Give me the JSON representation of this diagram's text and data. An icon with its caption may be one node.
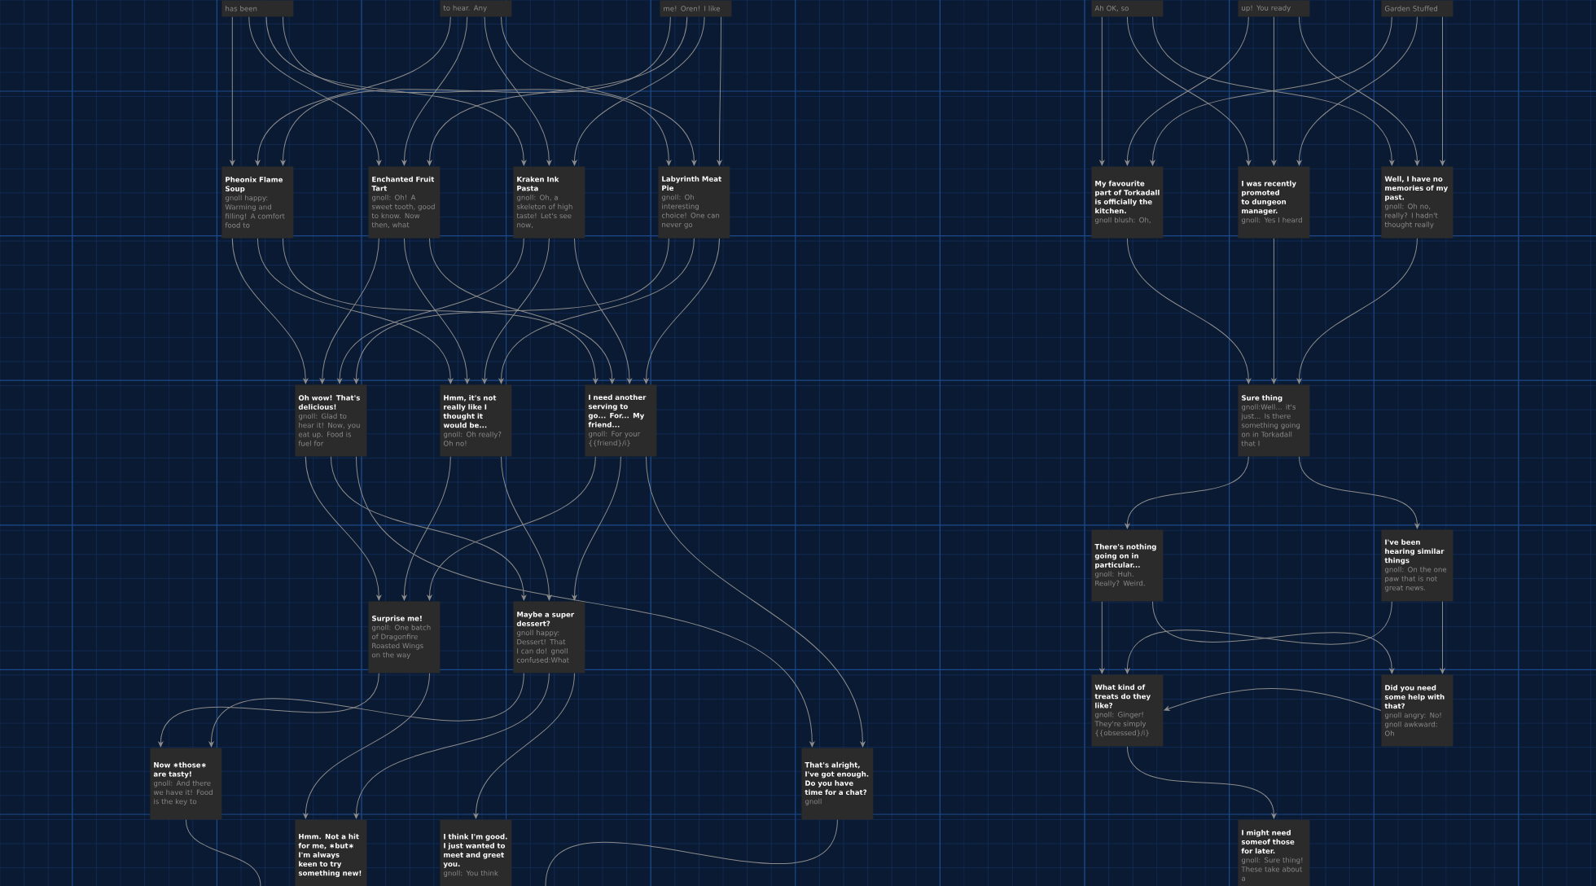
{
  "diagram": {
    "nodes": [
      {
        "text": [
          "has been"
        ]
      },
      {
        "text": [
          "to hear. Any"
        ]
      },
      {
        "text": [
          "me! Oren! I like"
        ]
      },
      {
        "text": [
          "Pheonix Flame Soup",
          "gnoll happy: Warming and filling! A comfort food to"
        ]
      },
      {
        "text": [
          "Enchanted Fruit Tart",
          "gnoll: Oh! A sweet tooth, good to know. Now then, what"
        ]
      },
      {
        "text": [
          "Kraken Ink Pasta",
          "gnoll: Oh, a skeleton of high taste! Let's see now,"
        ]
      },
      {
        "text": [
          "Labyrinth Meat Pie",
          "gnoll: Oh interesting choice! One can never go"
        ]
      },
      {
        "text": [
          "Oh wow! That's delicious!",
          "gnoll: Glad to hear it! Now, you eat up. Food is fuel for"
        ]
      },
      {
        "text": [
          "Hmm, it's not really like I thought it would be...",
          "gnoll: Oh really? Oh no!"
        ]
      },
      {
        "text": [
          "I need another serving to go... For... My friend...",
          "gnoll: For your {{friend}/i}"
        ]
      },
      {
        "text": [
          "Surprise me!",
          "gnoll: One batch of Dragonfire Roasted Wings on the way"
        ]
      },
      {
        "text": [
          "Maybe a super dessert?",
          "gnoll happy: Dessert! That I can do! gnoll confused:What"
        ]
      },
      {
        "text": [
          "Now ∗those∗ are tasty!",
          "gnoll: And there we have it! Food is the key to"
        ]
      },
      {
        "text": [
          "That's alright, I've got enough. Do you have time for a chat?",
          "gnoll"
        ]
      },
      {
        "text": [
          "Hmm. Not a hit for me, ∗but∗ I'm always keen to try something new!"
        ]
      },
      {
        "text": [
          "I think I'm good. I just wanted to meet and greet you.",
          "gnoll: You think"
        ]
      },
      {
        "text": [
          "Ah OK, so"
        ]
      },
      {
        "text": [
          "up! You ready"
        ]
      },
      {
        "text": [
          "Garden Stuffed"
        ]
      },
      {
        "text": [
          "My favourite part of Torkadall is officially the kitchen.",
          "gnoll blush: Oh,"
        ]
      },
      {
        "text": [
          "I was recently promoted to dungeon manager.",
          "gnoll: Yes I heard"
        ]
      },
      {
        "text": [
          "Well, I have no memories of my past.",
          "gnoll: Oh no, really? I hadn't thought really"
        ]
      },
      {
        "text": [
          "Sure thing",
          "gnoll:Well... it's just... Is there something going on in Torkadall that I"
        ]
      },
      {
        "text": [
          "There's nothing going on in particular...",
          "gnoll: Huh. Really? Weird."
        ]
      },
      {
        "text": [
          "I've been hearing similar things",
          "gnoll: On the one paw that is not great news."
        ]
      },
      {
        "text": [
          "What kind of treats do they like?",
          "gnoll: Ginger! They're simply {{obsessed}/i}"
        ]
      },
      {
        "text": [
          "Did you need some help with that?",
          "gnoll angry: No! gnoll awkward: Oh"
        ]
      },
      {
        "text": [
          "I might need someof those for later.",
          "gnoll: Sure thing! These take about a"
        ]
      }
    ],
    "edges": [
      {
        "from": 0,
        "to": 3,
        "arrow": "to"
      },
      {
        "from": 0,
        "to": 4,
        "arrow": "to"
      },
      {
        "from": 0,
        "to": 5,
        "arrow": "to"
      },
      {
        "from": 0,
        "to": 6,
        "arrow": "to"
      },
      {
        "from": 1,
        "to": 3,
        "arrow": "to"
      },
      {
        "from": 1,
        "to": 4,
        "arrow": "to"
      },
      {
        "from": 1,
        "to": 5,
        "arrow": "to"
      },
      {
        "from": 1,
        "to": 6,
        "arrow": "to"
      },
      {
        "from": 2,
        "to": 3,
        "arrow": "to"
      },
      {
        "from": 2,
        "to": 4,
        "arrow": "to"
      },
      {
        "from": 2,
        "to": 5,
        "arrow": "to"
      },
      {
        "from": 2,
        "to": 6,
        "arrow": "to"
      },
      {
        "from": 3,
        "to": 7,
        "arrow": "to"
      },
      {
        "from": 3,
        "to": 8,
        "arrow": "to"
      },
      {
        "from": 3,
        "to": 9,
        "arrow": "to"
      },
      {
        "from": 4,
        "to": 7,
        "arrow": "to"
      },
      {
        "from": 4,
        "to": 8,
        "arrow": "to"
      },
      {
        "from": 4,
        "to": 9,
        "arrow": "to"
      },
      {
        "from": 5,
        "to": 7,
        "arrow": "to"
      },
      {
        "from": 5,
        "to": 8,
        "arrow": "to"
      },
      {
        "from": 5,
        "to": 9,
        "arrow": "to"
      },
      {
        "from": 6,
        "to": 7,
        "arrow": "to"
      },
      {
        "from": 6,
        "to": 8,
        "arrow": "to"
      },
      {
        "from": 6,
        "to": 9,
        "arrow": "to"
      },
      {
        "from": 7,
        "to": 10,
        "arrow": "to"
      },
      {
        "from": 7,
        "to": 11,
        "arrow": "to"
      },
      {
        "from": 8,
        "to": 10,
        "arrow": "to"
      },
      {
        "from": 8,
        "to": 11,
        "arrow": "to"
      },
      {
        "from": 9,
        "to": 10,
        "arrow": "to"
      },
      {
        "from": 9,
        "to": 11,
        "arrow": "to"
      },
      {
        "from": 7,
        "to": 13,
        "arrow": "to"
      },
      {
        "from": 9,
        "to": 13,
        "arrow": "to"
      },
      {
        "from": 10,
        "to": 12,
        "arrow": "to"
      },
      {
        "from": 11,
        "to": 12,
        "arrow": "to"
      },
      {
        "from": 10,
        "to": 14,
        "arrow": "to"
      },
      {
        "from": 11,
        "to": 14,
        "arrow": "to"
      },
      {
        "from": 11,
        "to": 15,
        "arrow": "to"
      },
      {
        "from": 12,
        "to": null,
        "arrow": "none"
      },
      {
        "from": 13,
        "to": null,
        "arrow": "none"
      },
      {
        "from": 16,
        "to": 19,
        "arrow": "to"
      },
      {
        "from": 16,
        "to": 20,
        "arrow": "to"
      },
      {
        "from": 16,
        "to": 21,
        "arrow": "to"
      },
      {
        "from": 17,
        "to": 19,
        "arrow": "to"
      },
      {
        "from": 17,
        "to": 20,
        "arrow": "to"
      },
      {
        "from": 17,
        "to": 21,
        "arrow": "to"
      },
      {
        "from": 18,
        "to": 19,
        "arrow": "to"
      },
      {
        "from": 18,
        "to": 20,
        "arrow": "to"
      },
      {
        "from": 18,
        "to": 21,
        "arrow": "to"
      },
      {
        "from": 19,
        "to": 22,
        "arrow": "to"
      },
      {
        "from": 20,
        "to": 22,
        "arrow": "to"
      },
      {
        "from": 21,
        "to": 22,
        "arrow": "to"
      },
      {
        "from": 22,
        "to": 23,
        "arrow": "to"
      },
      {
        "from": 22,
        "to": 24,
        "arrow": "to"
      },
      {
        "from": 23,
        "to": 25,
        "arrow": "to"
      },
      {
        "from": 23,
        "to": 26,
        "arrow": "to"
      },
      {
        "from": 24,
        "to": 25,
        "arrow": "to"
      },
      {
        "from": 24,
        "to": 26,
        "arrow": "to"
      },
      {
        "from": 26,
        "to": 25,
        "arrow": "to"
      },
      {
        "from": 25,
        "to": 27,
        "arrow": "to"
      }
    ]
  }
}
